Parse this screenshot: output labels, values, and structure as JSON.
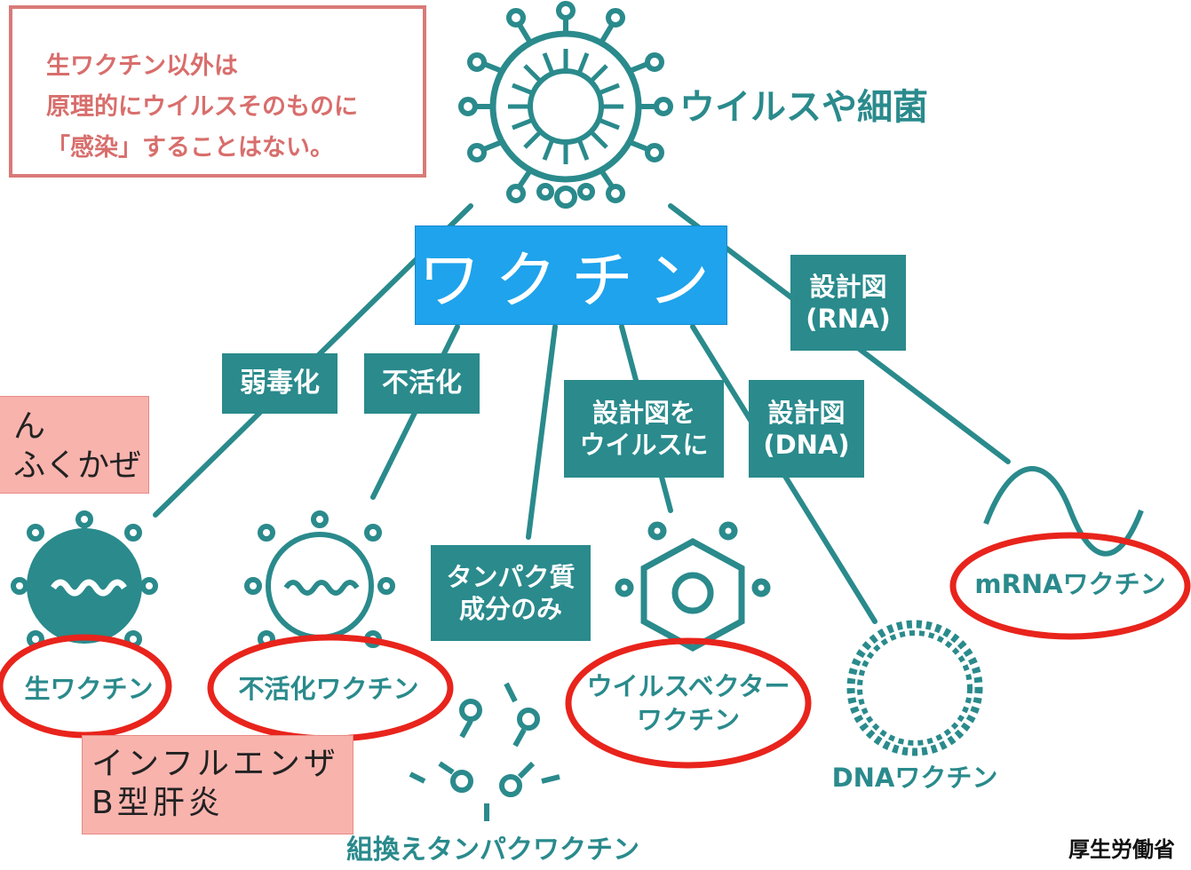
{
  "note": {
    "text": "生ワクチン以外は\n原理的にウイルスそのものに\n「感染」することはない。"
  },
  "virus_label": "ウイルスや細菌",
  "center_label": "ワクチン",
  "branch_labels": {
    "attenuated": "弱毒化",
    "inactivated": "不活化",
    "design_virus": "設計図を\nウイルスに",
    "design_dna": "設計図\n(DNA)",
    "design_rna": "設計図\n(RNA)",
    "protein": "タンパク質\n成分のみ"
  },
  "vaccines": {
    "live": "生ワクチン",
    "inactivated": "不活化ワクチン",
    "viral_vector": "ウイルスベクター\nワクチン",
    "dna": "DNAワクチン",
    "mrna": "mRNAワクチン",
    "recombinant": "組換えタンパクワクチン"
  },
  "annotations": {
    "live_examples": "ん\nふくかぜ",
    "inactivated_examples": "インフルエンザ\nB型肝炎"
  },
  "source": "厚生労働省",
  "colors": {
    "teal": "#2a8a8c",
    "blue_box": "#1ea3ec",
    "circle_red": "#e8241c",
    "note_border": "#d97a78",
    "pink_box": "#f8b3ad"
  }
}
